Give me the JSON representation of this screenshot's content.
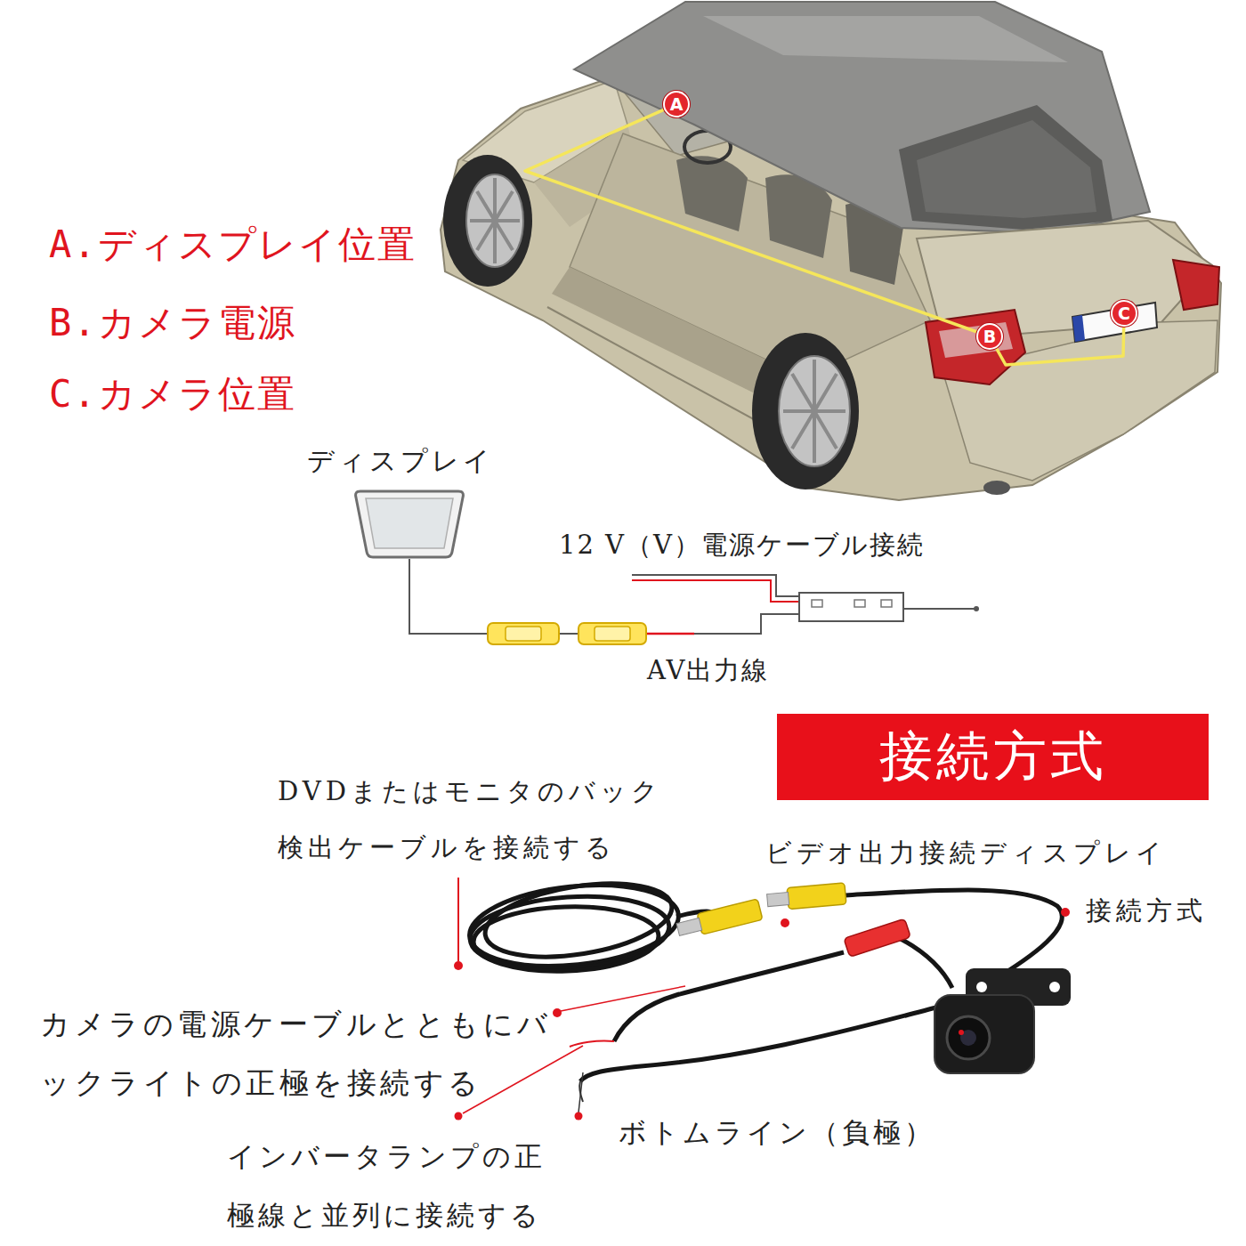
{
  "diagram": {
    "nodes": [
      {
        "text": [
          "A"
        ]
      },
      {
        "text": [
          "B"
        ]
      },
      {
        "text": [
          "C"
        ]
      },
      {
        "text": [
          "ディスプレイ"
        ]
      },
      {
        "text": [
          "接続方式"
        ]
      }
    ],
    "edges": [
      {
        "from": 0,
        "to": 1,
        "arrow": "none"
      },
      {
        "from": 1,
        "to": 2,
        "arrow": "none"
      }
    ],
    "labels": [
      "A.ディスプレイ位置",
      "B.カメラ電源",
      "C.カメラ位置",
      "12 V（V）電源ケーブル接続",
      "AV出力線",
      "DVDまたはモニタのバック 検出ケーブルを接続する",
      "ビデオ出力接続ディスプレイ",
      "接続方式",
      "カメラの電源ケーブルとともにバ ックライトの正極を接続する",
      "インバータランプの正 極線と並列に接続する",
      "ボトムライン（負極）"
    ]
  }
}
